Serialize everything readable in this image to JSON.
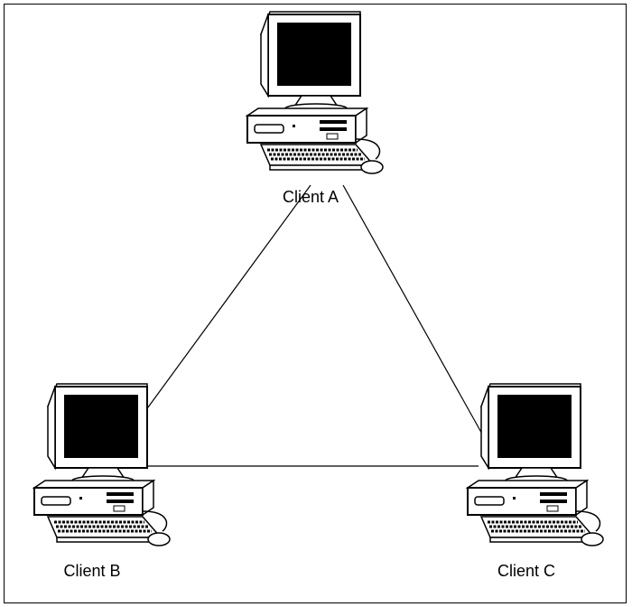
{
  "diagram": {
    "nodes": [
      {
        "id": "a",
        "label": "Client A",
        "icon": "desktop-computer-icon"
      },
      {
        "id": "b",
        "label": "Client B",
        "icon": "desktop-computer-icon"
      },
      {
        "id": "c",
        "label": "Client C",
        "icon": "desktop-computer-icon"
      }
    ],
    "links": [
      {
        "from": "a",
        "to": "b"
      },
      {
        "from": "a",
        "to": "c"
      },
      {
        "from": "b",
        "to": "c"
      }
    ],
    "colors": {
      "line": "#000000",
      "screen": "#000000",
      "body": "#ffffff"
    }
  }
}
